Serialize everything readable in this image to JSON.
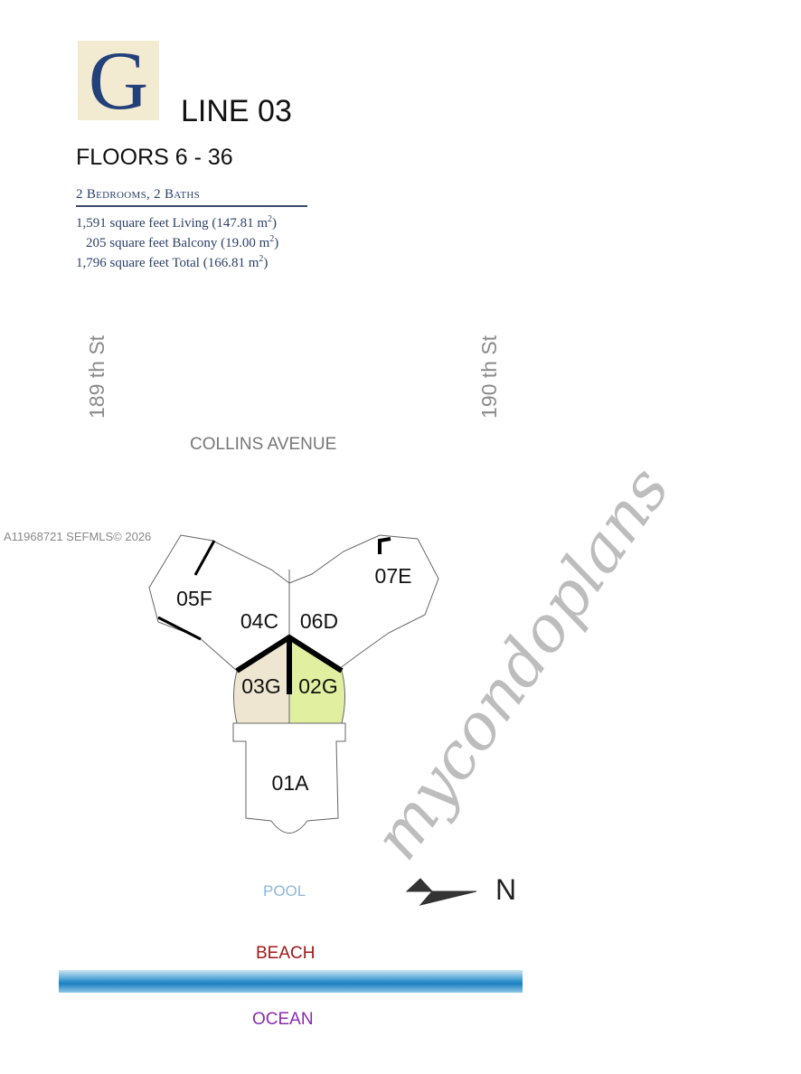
{
  "header": {
    "logo_letter": "G",
    "line": "LINE 03",
    "floors": "FLOORS 6 - 36",
    "bedrooms_baths": "2 Bedrooms, 2 Baths",
    "areas": [
      {
        "text": "1,591 square feet Living (147.81 m",
        "sup": "2",
        "end": ")"
      },
      {
        "text": "205 square feet Balcony (19.00 m",
        "sup": "2",
        "end": ")"
      },
      {
        "text": "1,796 square feet Total (166.81 m",
        "sup": "2",
        "end": ")"
      }
    ]
  },
  "streets": {
    "left": "189 th St",
    "right": "190 th St",
    "avenue": "COLLINS AVENUE"
  },
  "listing_watermark": "A11968721  SEFMLS© 2026",
  "units": [
    "05F",
    "04C",
    "06D",
    "07E",
    "03G",
    "02G",
    "01A"
  ],
  "highlight_colors": {
    "03G": "#efe6d2",
    "02G": "#e1f0a0"
  },
  "brand_watermark": "mycondoplans",
  "compass": {
    "label": "N",
    "icon": "arrow-right-icon"
  },
  "labels": {
    "pool": "POOL",
    "beach": "BEACH",
    "ocean": "OCEAN"
  },
  "colors": {
    "logo_bg": "#f3ead2",
    "logo_letter": "#22407a",
    "beach": "#a01818",
    "ocean": "#8a2ab0",
    "pool": "#8ab8d8"
  }
}
